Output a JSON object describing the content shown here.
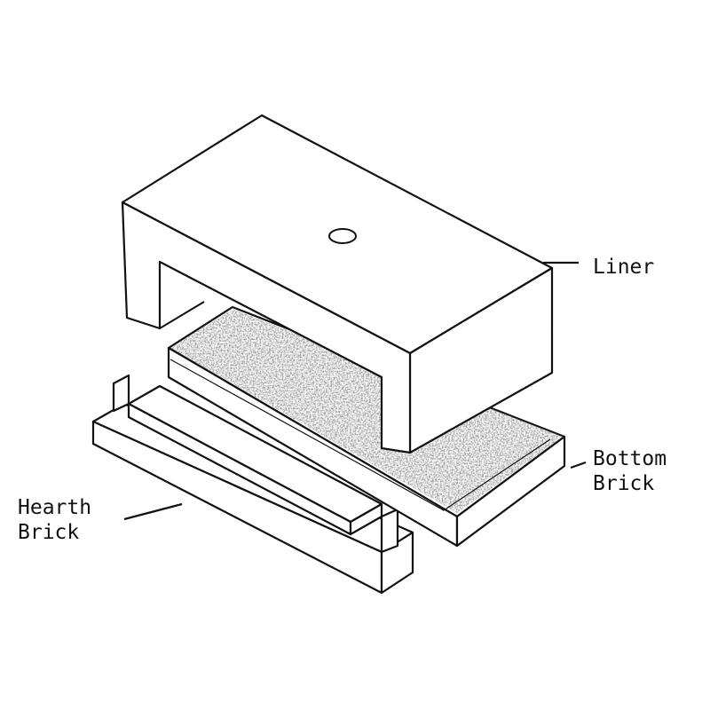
{
  "labels": {
    "liner": "Liner",
    "bottom_brick_line1": "Bottom",
    "bottom_brick_line2": "Brick",
    "hearth_brick_line1": "Hearth",
    "hearth_brick_line2": "Brick"
  },
  "colors": {
    "ink": "#111111",
    "texture": "#555555"
  }
}
